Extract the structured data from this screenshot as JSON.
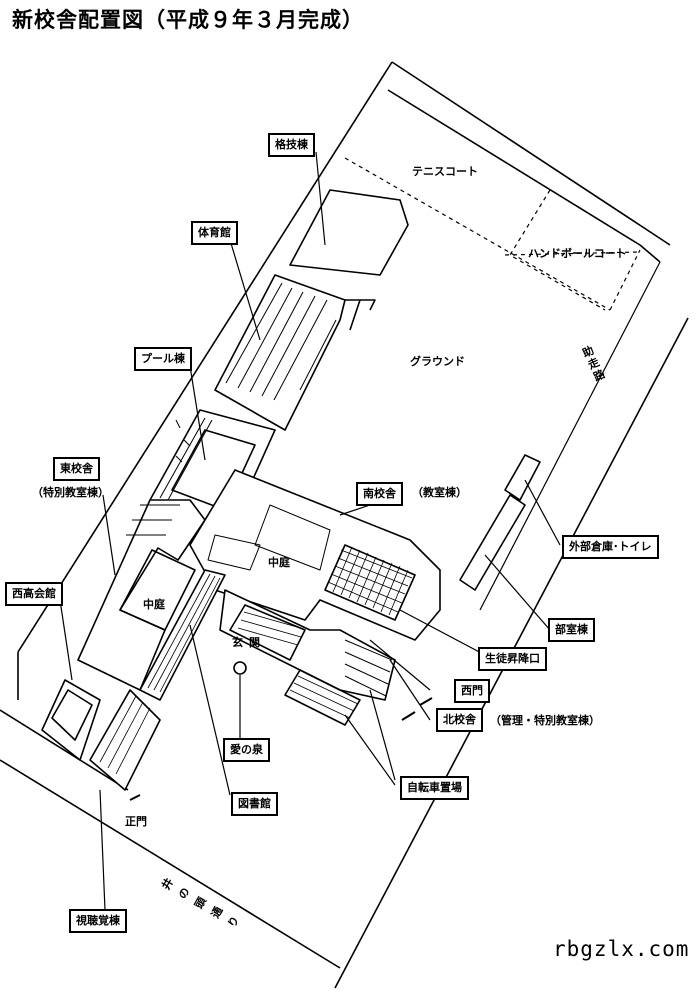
{
  "title": "新校舎配置図（平成９年３月完成）",
  "labels": {
    "kakugi": "格技棟",
    "tennis": "テニスコート",
    "handball": "ハンドボールコート",
    "taiikukan": "体育館",
    "ground": "グラウンド",
    "pool": "プール棟",
    "higashi": "東校舎",
    "higashi_sub": "（特別教室棟）",
    "minami": "南校舎",
    "minami_sub": "（教室棟）",
    "gaibu": "外部倉庫･トイレ",
    "nakaniwa1": "中庭",
    "nakaniwa2": "中庭",
    "seikokaikan": "西高会館",
    "bushitsu": "部室棟",
    "shokoguchi": "生徒昇降口",
    "genkan": "玄関",
    "nishimon": "西門",
    "kita": "北校舎",
    "kita_sub": "（管理・特別教室棟）",
    "ainoizumi": "愛の泉",
    "toshokan": "図書館",
    "jitensha": "自転車置場",
    "seimon": "正門",
    "street": "井の頭通り",
    "shido": "助走路",
    "shichokaku": "視聴覚棟"
  },
  "watermark": "rbgzlx.com"
}
